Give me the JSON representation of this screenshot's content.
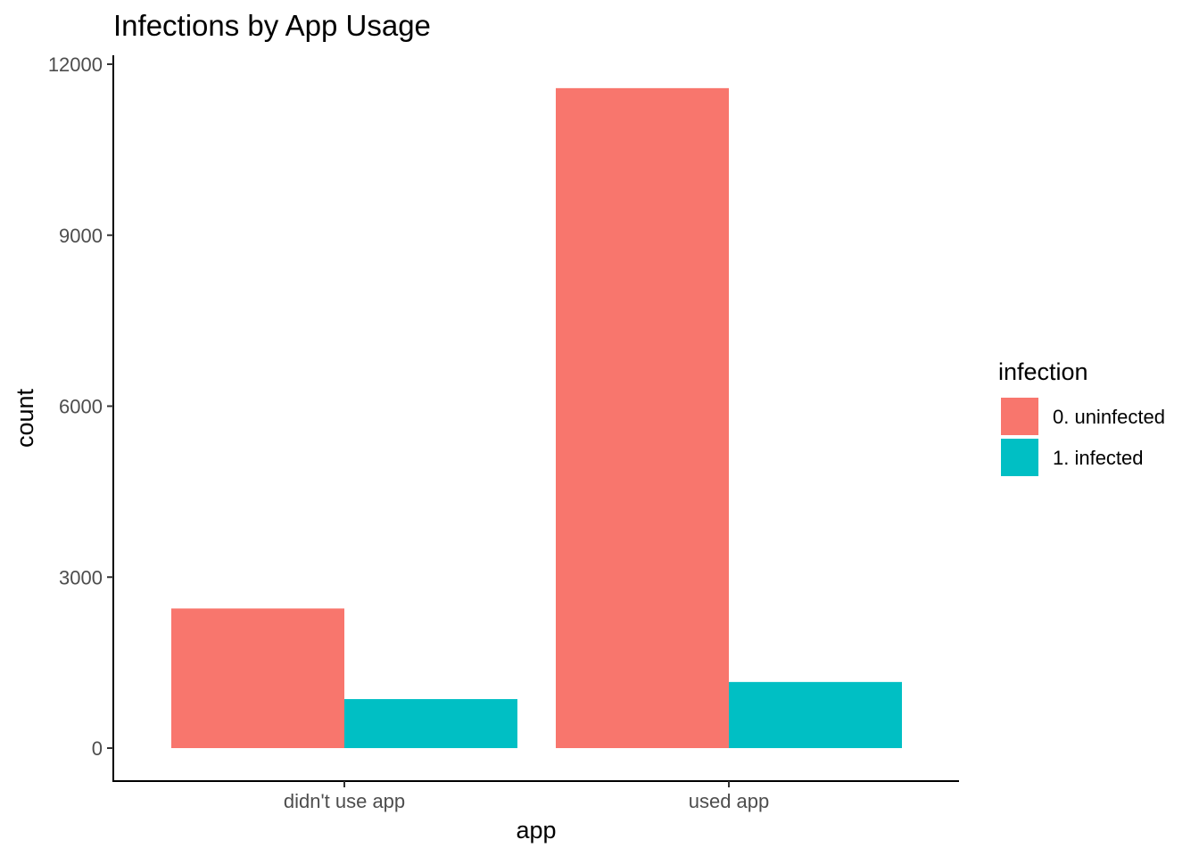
{
  "chart_data": {
    "type": "bar",
    "title": "Infections by App Usage",
    "xlabel": "app",
    "ylabel": "count",
    "categories": [
      "didn't use app",
      "used app"
    ],
    "series": [
      {
        "name": "0. uninfected",
        "color": "#F8766D",
        "values": [
          2450,
          11580
        ]
      },
      {
        "name": "1. infected",
        "color": "#00BFC4",
        "values": [
          860,
          1160
        ]
      }
    ],
    "ylim": [
      0,
      12000
    ],
    "yticks": [
      0,
      3000,
      6000,
      9000,
      12000
    ],
    "ytick_labels": [
      "0",
      "3000",
      "6000",
      "9000",
      "12000"
    ],
    "grid": false,
    "legend": {
      "title": "infection",
      "placement": "right"
    }
  }
}
